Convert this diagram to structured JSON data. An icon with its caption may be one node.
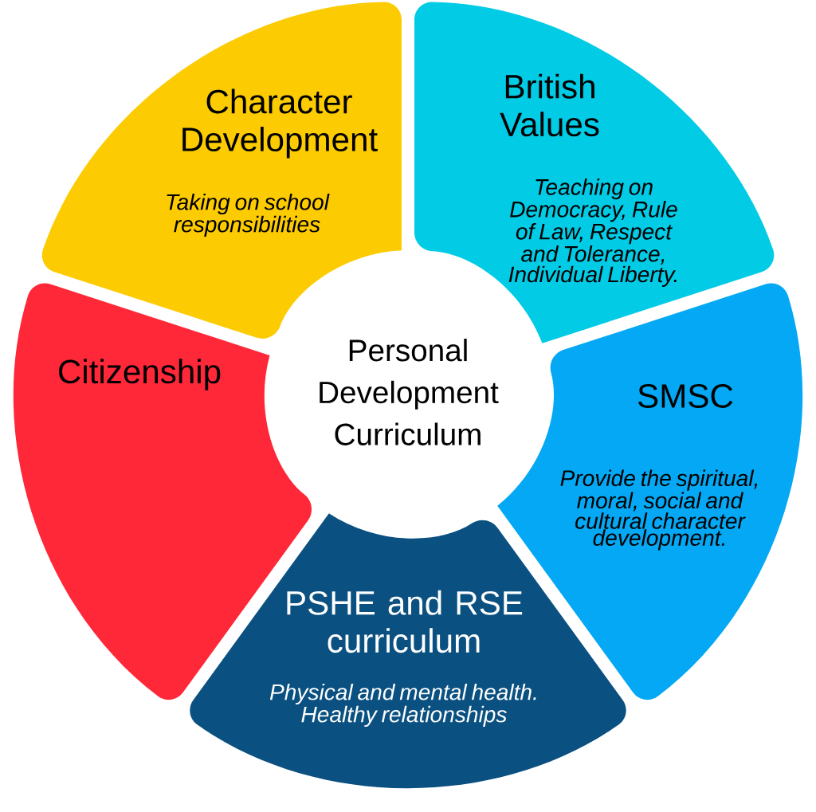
{
  "diagram": {
    "nodes": [
      {
        "text": [
          "Character Development",
          "Taking on school responsibilities"
        ]
      },
      {
        "text": [
          "British Values",
          "Teaching on Democracy, Rule of Law, Respect and Tolerance, Individual Liberty."
        ]
      },
      {
        "text": [
          "Citizenship"
        ]
      },
      {
        "text": [
          "Personal Development Curriculum"
        ]
      },
      {
        "text": [
          "SMSC",
          "Provide the spiritual, moral, social and cultural character development."
        ]
      },
      {
        "text": [
          "PSHE and RSE curriculum",
          "Physical and mental health. Healthy relationships"
        ]
      }
    ]
  }
}
